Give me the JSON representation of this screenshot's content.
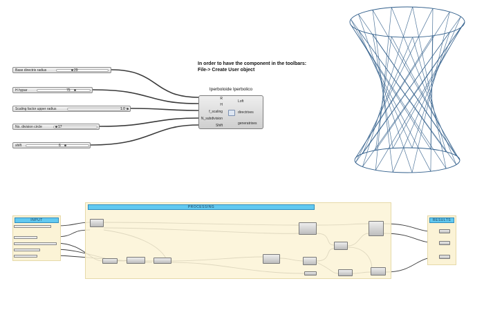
{
  "note": {
    "line1": "In order to have the component in the toolbars:",
    "line2": "File-> Create User object"
  },
  "sliders": [
    {
      "label": "Base directrix radius",
      "value": "29"
    },
    {
      "label": "H hypar",
      "value": "75"
    },
    {
      "label": "Scaling factor upper radius",
      "value": "1.0"
    },
    {
      "label": "No. division circle",
      "value": "17"
    },
    {
      "label": "shift",
      "value": "6"
    }
  ],
  "component": {
    "title": "Iperboloide Iperbolico",
    "inputs": [
      "R",
      "H",
      "f_scaling",
      "N_subdivision",
      "Shift"
    ],
    "outputs": [
      "Loft",
      "directrixes",
      "generatrixes"
    ]
  },
  "groups": {
    "input": "INPUT",
    "processing": "PROCESSING",
    "results": "RESULTS"
  },
  "colors": {
    "group_fill": "#fbf3d6",
    "group_bar": "#62c9f0",
    "wire": "#3a3a3a",
    "mesh": "#2f5d8a"
  }
}
